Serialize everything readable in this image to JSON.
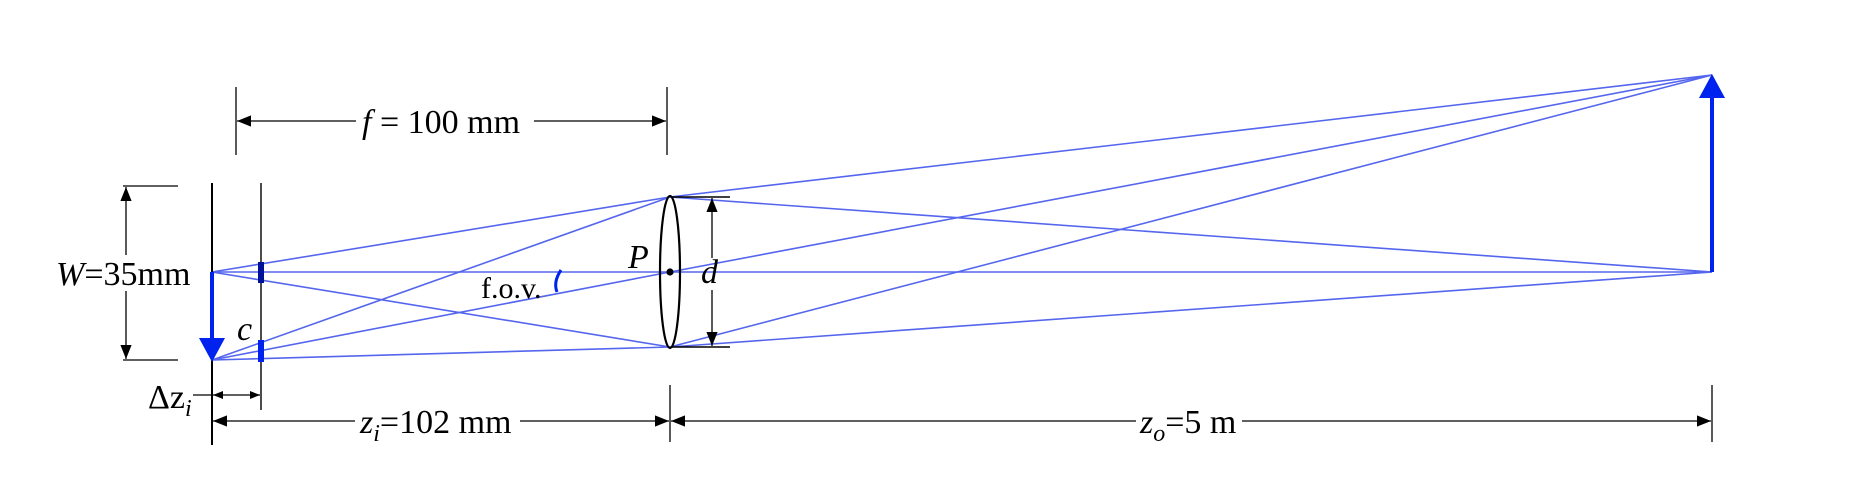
{
  "labels": {
    "focal_sym": "f",
    "focal_eq": " = 100 mm",
    "width_sym": "W",
    "width_eq": "=35mm",
    "coc": "c",
    "delta": "Δz",
    "delta_sub": "i",
    "zi_sym": "z",
    "zi_sub": "i",
    "zi_eq": "=102 mm",
    "zo_sym": "z",
    "zo_sub": "o",
    "zo_eq": "=5 m",
    "fov": "f.o.v.",
    "pupil": "P",
    "aperture": "d"
  },
  "colors": {
    "ray": "#5566ee",
    "arrow": "#0022ee",
    "dim": "#000000"
  }
}
